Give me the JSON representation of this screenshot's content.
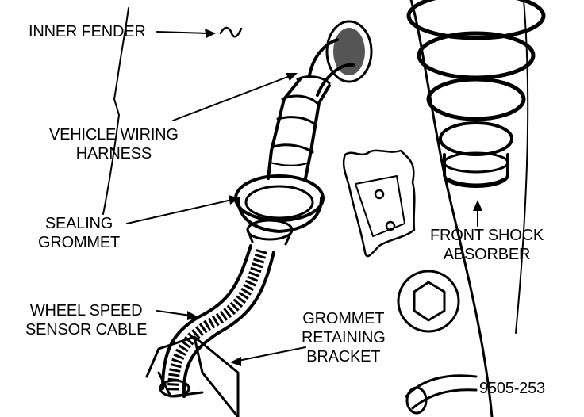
{
  "labels": {
    "inner_fender": [
      "INNER FENDER"
    ],
    "vehicle_wiring_harness": [
      "VEHICLE WIRING",
      "HARNESS"
    ],
    "sealing_grommet": [
      "SEALING",
      "GROMMET"
    ],
    "wheel_speed_sensor_cable": [
      "WHEEL SPEED",
      "SENSOR CABLE"
    ],
    "grommet_retaining_bracket": [
      "GROMMET",
      "RETAINING",
      "BRACKET"
    ],
    "front_shock_absorber": [
      "FRONT SHOCK",
      "ABSORBER"
    ],
    "figure_number": [
      "9505-253"
    ]
  },
  "colors": {
    "ink": "#000000",
    "paper": "#ffffff"
  }
}
